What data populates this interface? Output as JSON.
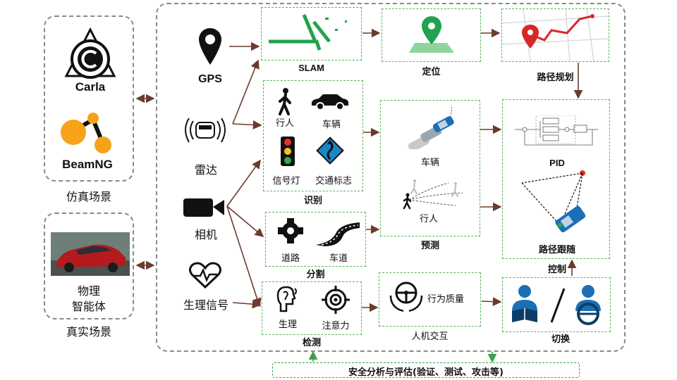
{
  "simulation": {
    "carla_label": "Carla",
    "beamng_label": "BeamNG",
    "caption": "仿真场景"
  },
  "real": {
    "agent_label_line1": "物理",
    "agent_label_line2": "智能体",
    "caption": "真实场景"
  },
  "sensors": {
    "gps": "GPS",
    "radar": "雷达",
    "camera": "相机",
    "physio": "生理信号"
  },
  "modules": {
    "slam": "SLAM",
    "localization": "定位",
    "path_planning": "路径规划",
    "recognition": "识别",
    "recognition_items": [
      "行人",
      "车辆",
      "信号灯",
      "交通标志"
    ],
    "segmentation": "分割",
    "segmentation_items": [
      "道路",
      "车道"
    ],
    "detection": "检测",
    "detection_items": [
      "生理",
      "注意力"
    ],
    "prediction": "预测",
    "prediction_items": [
      "车辆",
      "行人"
    ],
    "hmi": "人机交互",
    "hmi_item": "行为质量",
    "control": "控制",
    "control_items": [
      "PID",
      "路径跟随"
    ],
    "switch": "切换"
  },
  "footer": "安全分析与评估(验证、测试、攻击等)",
  "colors": {
    "arrow": "#6b3b2e",
    "green_border": "#5bb55b",
    "gray_border": "#8a8a8a",
    "orange": "#f7a21b",
    "blue": "#1a6fb5"
  }
}
